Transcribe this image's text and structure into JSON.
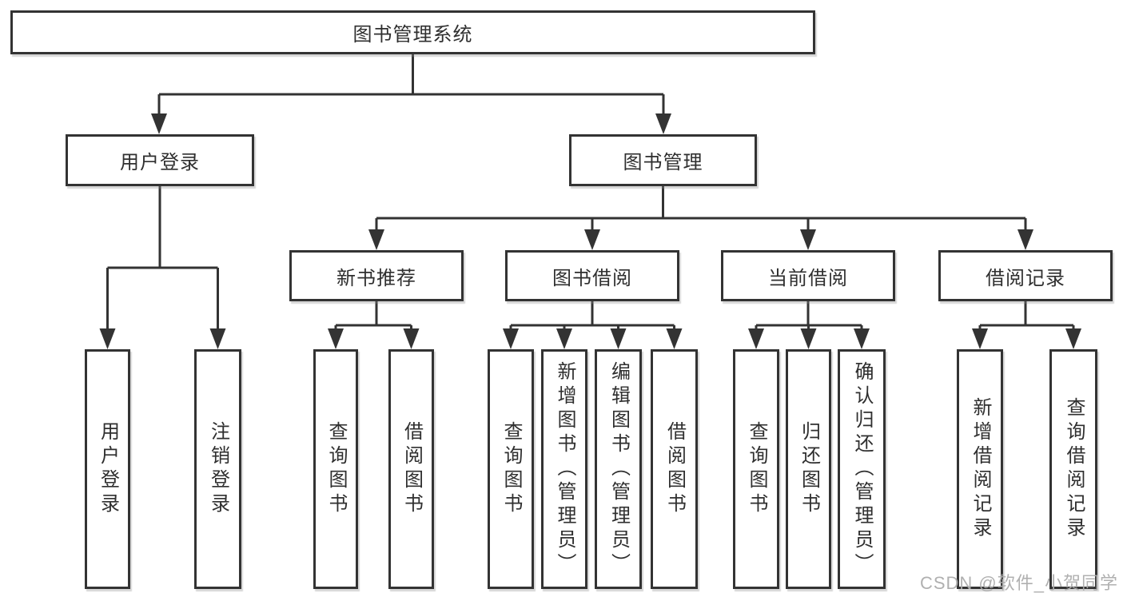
{
  "diagram": {
    "type": "hierarchy-tree",
    "root": {
      "label": "图书管理系统",
      "children": [
        {
          "label": "用户登录",
          "children": [
            {
              "label": "用户登录"
            },
            {
              "label": "注销登录"
            }
          ]
        },
        {
          "label": "图书管理",
          "children": [
            {
              "label": "新书推荐",
              "children": [
                {
                  "label": "查询图书"
                },
                {
                  "label": "借阅图书"
                }
              ]
            },
            {
              "label": "图书借阅",
              "children": [
                {
                  "label": "查询图书"
                },
                {
                  "label": "新增图书（管理员）"
                },
                {
                  "label": "编辑图书（管理员）"
                },
                {
                  "label": "借阅图书"
                }
              ]
            },
            {
              "label": "当前借阅",
              "children": [
                {
                  "label": "查询图书"
                },
                {
                  "label": "归还图书"
                },
                {
                  "label": "确认归还（管理员）"
                }
              ]
            },
            {
              "label": "借阅记录",
              "children": [
                {
                  "label": "新增借阅记录"
                },
                {
                  "label": "查询借阅记录"
                }
              ]
            }
          ]
        }
      ]
    },
    "colors": {
      "line": "#333333",
      "box_border": "#333333",
      "box_fill": "#ffffff",
      "text": "#2f2f2f",
      "watermark": "#acacac"
    }
  },
  "watermark": {
    "text": "CSDN @软件_小贺同学"
  }
}
